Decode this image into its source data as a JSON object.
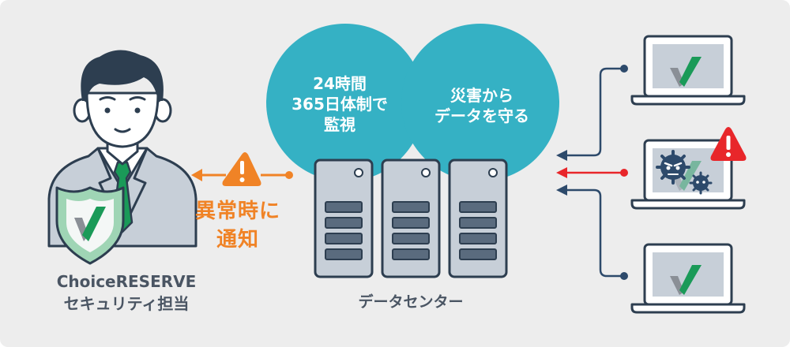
{
  "person": {
    "label": "ChoiceRESERVE\nセキュリティ担当"
  },
  "alert": {
    "text": "異常時に\n通知"
  },
  "circles": {
    "left": "24時間\n365日体制で\n監視",
    "right": "災害から\nデータを守る"
  },
  "datacenter": {
    "label": "データセンター"
  },
  "laptops": [
    {
      "status": "normal"
    },
    {
      "status": "infected"
    },
    {
      "status": "normal"
    }
  ],
  "colors": {
    "teal": "#35b1c4",
    "navy": "#2d4a6b",
    "orange": "#f08326",
    "red": "#e8262a",
    "green": "#1a9a58"
  }
}
